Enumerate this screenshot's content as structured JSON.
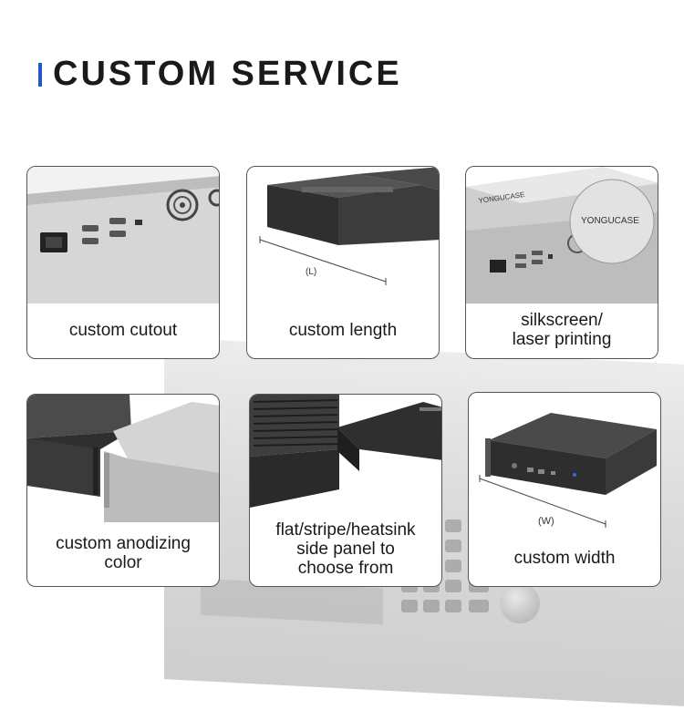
{
  "header": {
    "title": "CUSTOM SERVICE"
  },
  "colors": {
    "accent": "#2456c4"
  },
  "cards": [
    {
      "label": "custom cutout",
      "icon": "cutout-panel-image"
    },
    {
      "label": "custom length",
      "dimension_label": "(L)",
      "icon": "length-enclosure-image"
    },
    {
      "label": "silkscreen/\nlaser printing",
      "logo_text": "YONGUCASE",
      "icon": "silkscreen-logo-image"
    },
    {
      "label": "custom anodizing\ncolor",
      "icon": "anodized-enclosures-image"
    },
    {
      "label": "flat/stripe/heatsink\nside panel to\nchoose from",
      "icon": "side-panel-options-image"
    },
    {
      "label": "custom width",
      "dimension_label": "(W)",
      "icon": "width-enclosure-image"
    }
  ]
}
